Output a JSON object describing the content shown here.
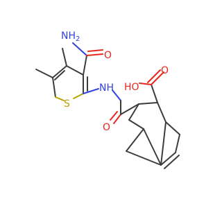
{
  "molecule": {
    "labels": {
      "nh2": "NH",
      "nh2_sub": "2",
      "o_amide": "O",
      "nh": "NH",
      "s": "S",
      "o_carbonyl": "O",
      "ho": "HO",
      "o_acid": "O"
    },
    "colors": {
      "carbon_bond": "#3c3c3c",
      "oxygen": "#e5281d",
      "nitrogen": "#2f41e0",
      "sulfur": "#b8a000"
    }
  }
}
